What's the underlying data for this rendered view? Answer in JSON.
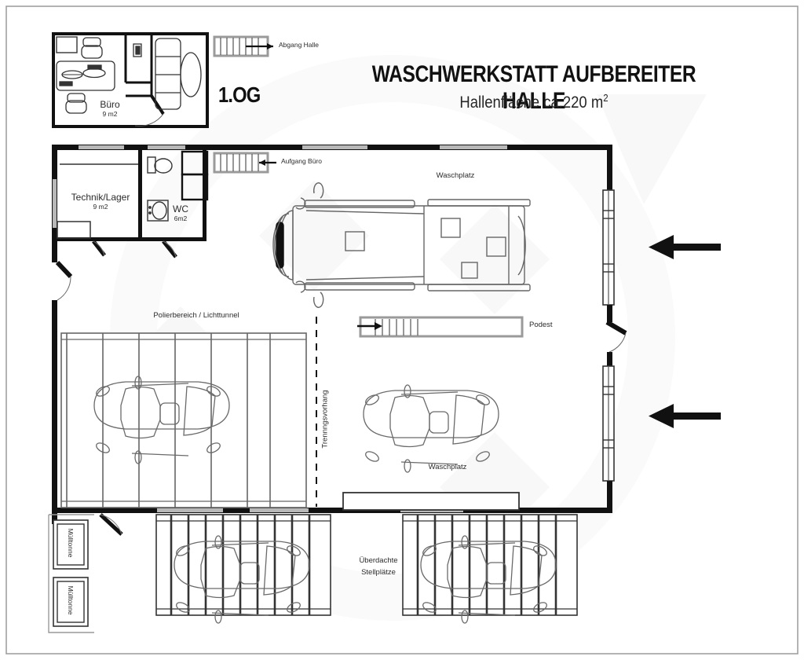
{
  "document": {
    "type": "architectural-floor-plan",
    "title": "WASCHWERKSTATT AUFBEREITER HALLE",
    "subtitle_prefix": "Hallenfläche ca.220 m",
    "subtitle_sup": "2",
    "upper_floor_label": "1.OG"
  },
  "upper_floor": {
    "room_name": "Büro",
    "room_area": "9 m2",
    "stair_label": "Abgang Halle"
  },
  "ground_floor": {
    "stair_label": "Aufgang Büro",
    "rooms": [
      {
        "name": "Technik/Lager",
        "area": "9 m2"
      },
      {
        "name": "WC",
        "area": "6m2"
      }
    ],
    "zones": {
      "wash_top": "Waschplatz",
      "wash_bottom": "Waschplatz",
      "polish": "Polierbereich / Lichttunnel",
      "podest": "Podest",
      "curtain": "Trennngsvorhang",
      "carports": "Überdachte\nStellplätze"
    },
    "bins": [
      "Mülltonne",
      "Mülltonne"
    ]
  },
  "colors": {
    "wall": "#111111",
    "line": "#555555",
    "vehicle": "#5a5a5a",
    "text": "#2b2b2b",
    "watermark": "#f4f4f4"
  }
}
